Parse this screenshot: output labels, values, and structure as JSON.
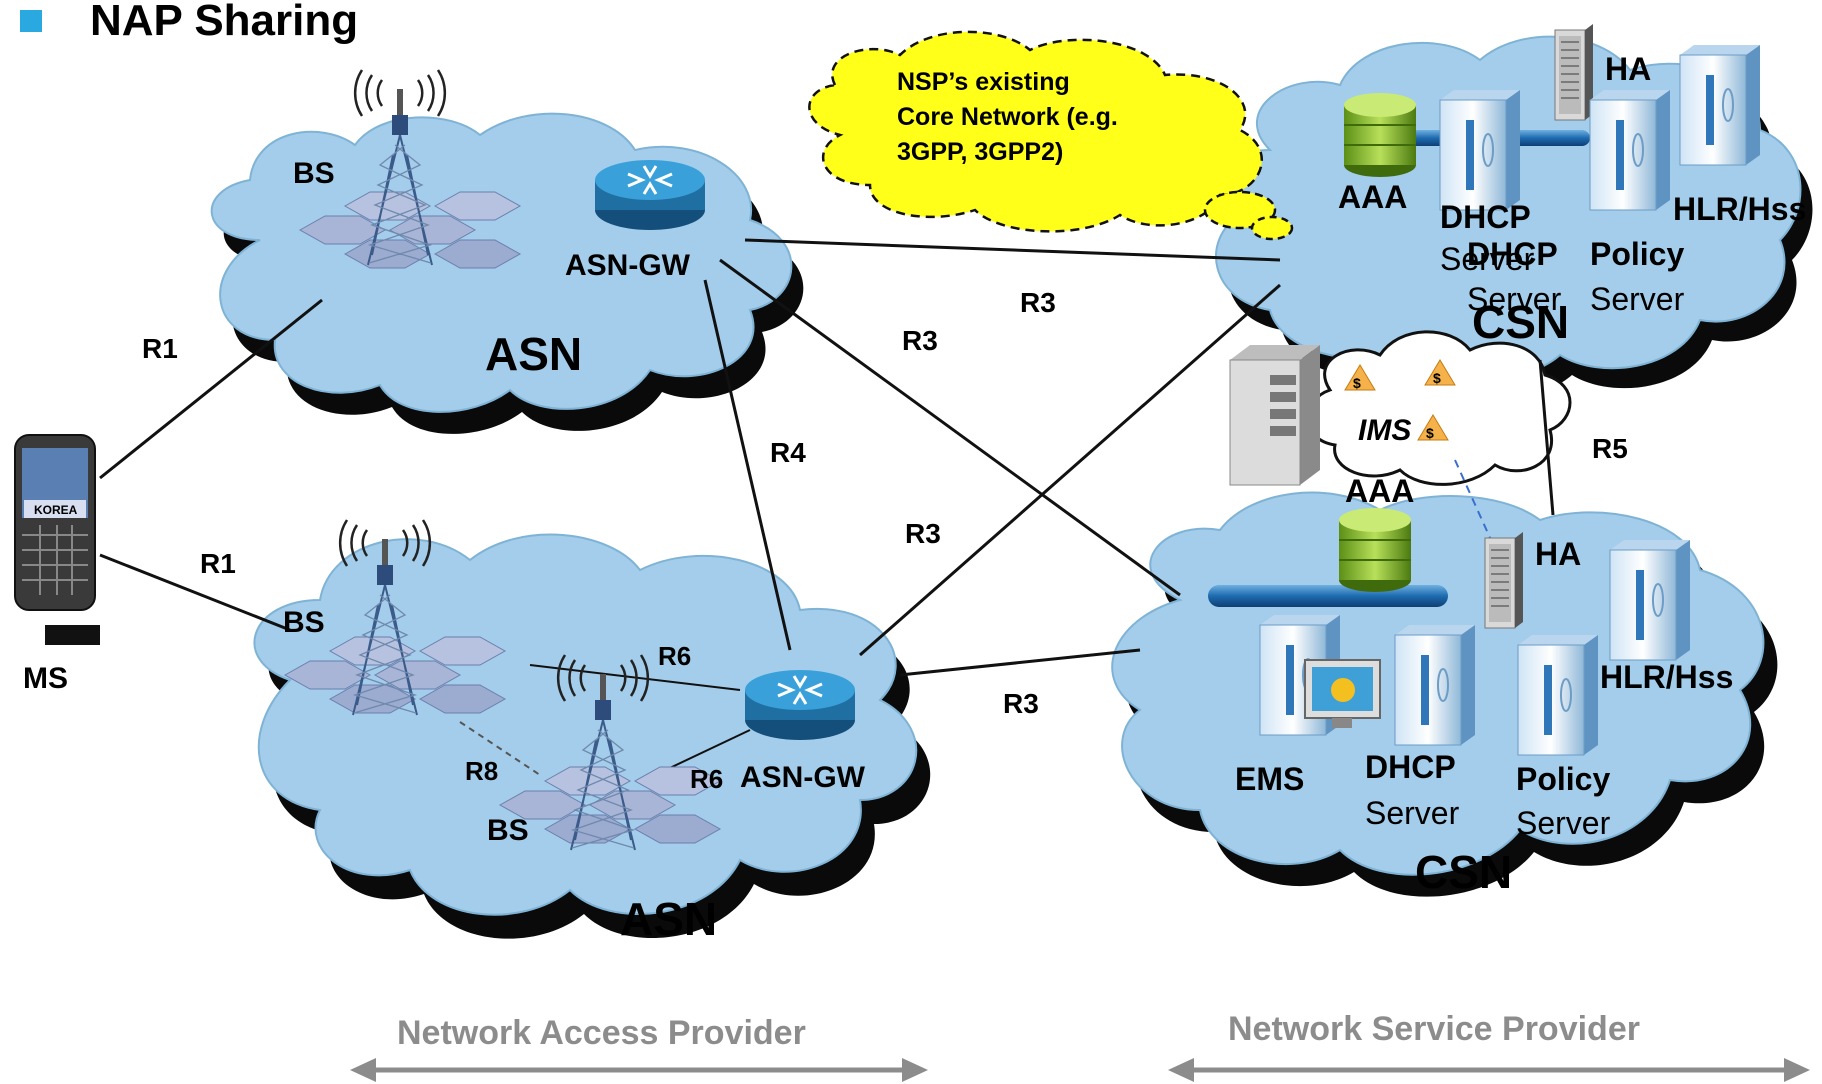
{
  "title": "NAP Sharing",
  "colors": {
    "cloud": "#a3cdea",
    "cloud_shadow": "#0a0a0a",
    "bullet": "#29a9e0",
    "yellow_cloud": "#ffff1a",
    "router": "#2a8fc6",
    "arrow": "#8c8c8c"
  },
  "clouds": {
    "asn_top": "ASN",
    "asn_bottom": "ASN",
    "csn_top": "CSN",
    "csn_bottom": "CSN",
    "ims": "IMS"
  },
  "core_cloud": {
    "line1": "NSP’s existing",
    "line2": "Core Network (e.g.",
    "line3": "3GPP, 3GPP2)"
  },
  "labels": {
    "bs1": "BS",
    "bs2": "BS",
    "bs3": "BS",
    "asngw1": "ASN-GW",
    "asngw2": "ASN-GW",
    "ms": "MS",
    "r1a": "R1",
    "r1b": "R1",
    "r3a": "R3",
    "r3b": "R3",
    "r3c": "R3",
    "r3d": "R3",
    "r4": "R4",
    "r5": "R5",
    "r6a": "R6",
    "r6b": "R6",
    "r8": "R8",
    "csn_top_aaa": "AAA",
    "csn_top_ha": "HA",
    "csn_top_hlr": "HLR/Hss",
    "csn_top_dhcp1": "DHCP",
    "csn_top_dhcp1_server": "Server",
    "csn_top_dhcp2": "DHCP",
    "csn_top_dhcp2_server": "Server",
    "csn_top_policy": "Policy",
    "csn_top_policy_server": "Server",
    "csn_bot_aaa": "AAA",
    "csn_bot_ha": "HA",
    "csn_bot_hlr": "HLR/Hss",
    "csn_bot_ems": "EMS",
    "csn_bot_dhcp": "DHCP",
    "csn_bot_dhcp_server": "Server",
    "csn_bot_policy": "Policy",
    "csn_bot_policy_server": "Server"
  },
  "footer": {
    "nap": "Network Access Provider",
    "nsp": "Network Service Provider"
  },
  "icons": [
    "bullet-square",
    "radio-tower-icon",
    "router-icon",
    "server-icon",
    "database-icon",
    "mobile-phone-icon",
    "monitor-icon",
    "dollar-icon"
  ]
}
